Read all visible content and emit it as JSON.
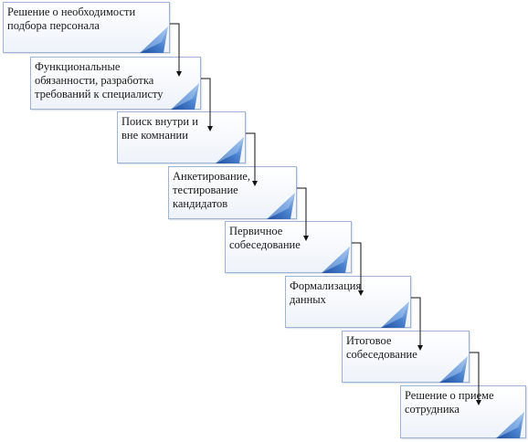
{
  "diagram": {
    "steps": [
      {
        "id": "need",
        "text": "Решение о необходимости подбора персонала"
      },
      {
        "id": "duties",
        "text": "Функциональные обязанности, разработка требований к специалисту"
      },
      {
        "id": "search",
        "text": "Поиск внутри и вне комнании"
      },
      {
        "id": "testing",
        "text": "Анкетирование, тестирование кандидатов"
      },
      {
        "id": "first-interview",
        "text": "Первичное собеседование"
      },
      {
        "id": "formalization",
        "text": "Формализация данных"
      },
      {
        "id": "final-interview",
        "text": "Итоговое собеседование"
      },
      {
        "id": "hire",
        "text": "Решение о приеме сотрудника"
      }
    ],
    "colors": {
      "fold_dark": "#1f4f9e",
      "fold_mid": "#4d86d4",
      "fold_light": "#a9c8ee",
      "connector": "#111111"
    }
  }
}
